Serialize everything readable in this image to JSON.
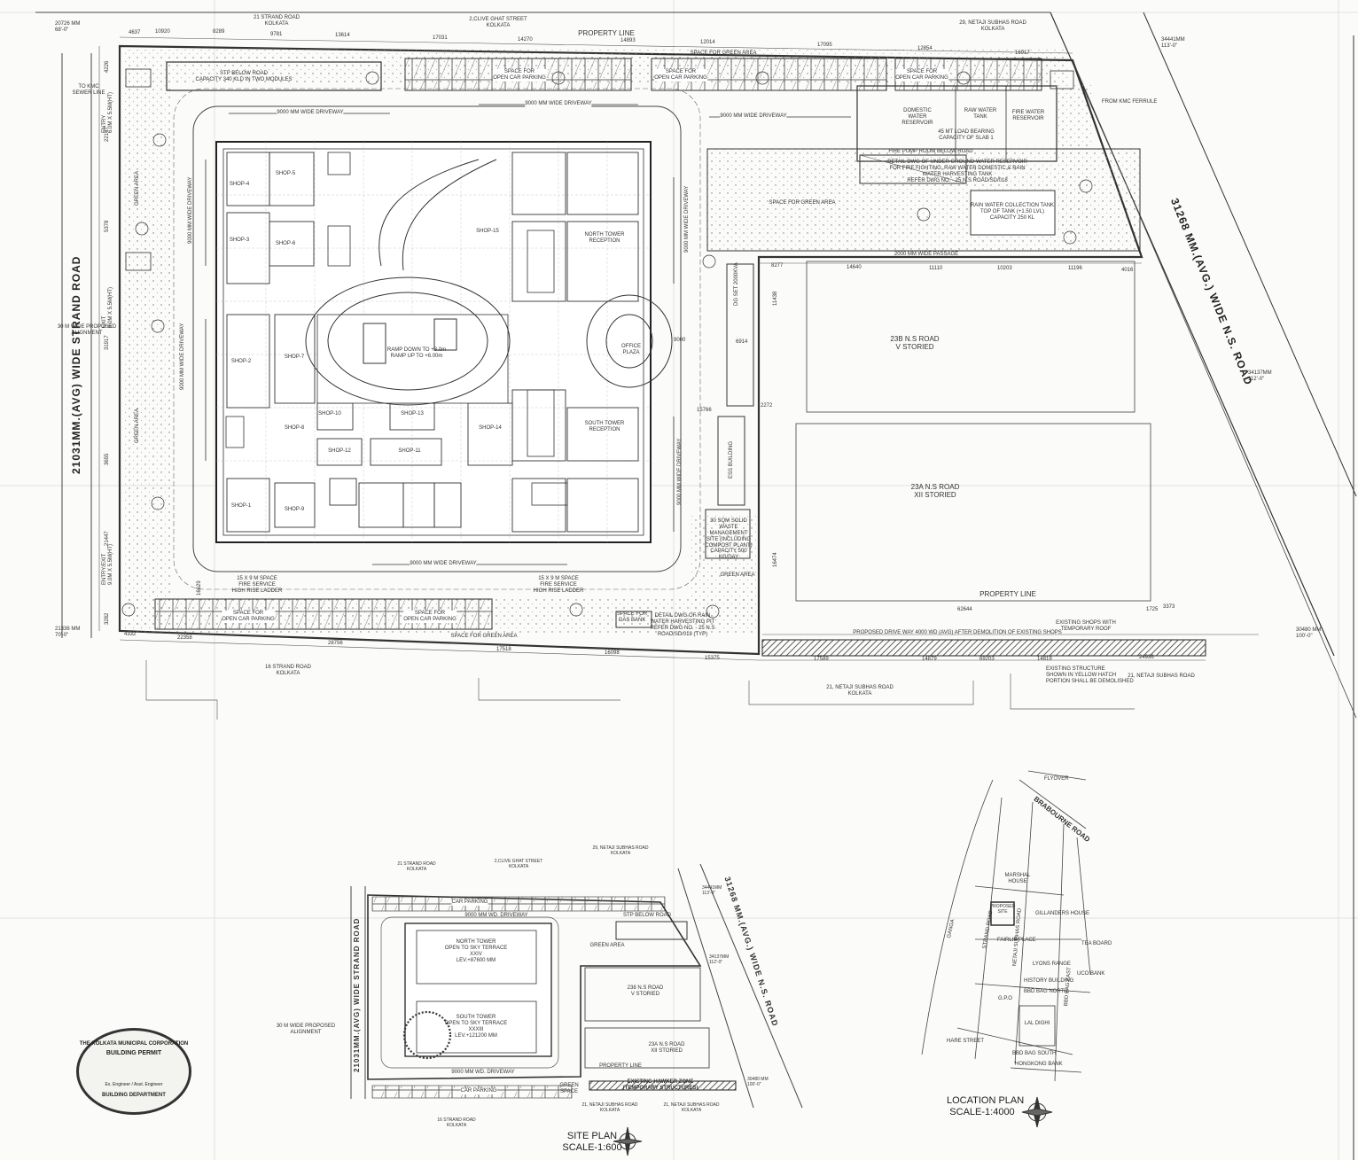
{
  "roads": {
    "top_strand": "21 STRAND ROAD\nKOLKATA",
    "top_clive": "2,CLIVE GHAT STREET\nKOLKATA",
    "top_netaji": "29, NETAJI SUBHAS ROAD\nKOLKATA",
    "bottom_strand": "16 STRAND ROAD\nKOLKATA",
    "bottom_netaji": "21, NETAJI SUBHAS ROAD\nKOLKATA",
    "bottom_netaji_right": "21, NETAJI SUBHAS ROAD",
    "strand_side": "21031MM.(AVG) WIDE STRAND ROAD",
    "ns_side": "31268 MM.(AVG.) WIDE N.S. ROAD",
    "n238": "23B N.S ROAD\nV STORIED",
    "n23a": "23A N.S ROAD\nXII STORIED"
  },
  "labels": {
    "property_line": "PROPERTY LINE",
    "space_green": "SPACE FOR GREEN AREA",
    "space_green_area": "SPACE FOR GREEN AREA",
    "green_area": "GREEN AREA",
    "open_parking_1": "SPACE FOR\nOPEN CAR PARKING",
    "open_parking_2": "SPACE FOR\nOPEN CAR PARKING",
    "open_parking_3": "SPACE FOR\nOPEN CAR PARKING",
    "driveway": "9000 MM WIDE DRIVEWAY",
    "driveway_vertical": "9000 MM WIDE DRIVEWAY",
    "passage": "2000 MM WIDE PASSAGE",
    "stp": "STP BELOW ROAD\nCAPACITY 340 KLD IN TWO MODULES",
    "domestic_reservoir": "DOMESTIC\nWATER\nRESERVOIR",
    "raw_water": "RAW WATER\nTANK",
    "fire_reservoir": "FIRE WATER\nRESERVOIR",
    "load_bearing": "45 MT LOAD BEARING\nCAPACITY OF SLAB 1",
    "fire_pump": "FIRE PUMP ROOM BELOW ROAD",
    "reservoir_detail": "DETAIL DWG OF UNDER GROUND WATER RESERVOIR\nFOR FIRE FIGHTING, RAW WATER DOMESTIC & RAIN\nWATER HARVESTING TANK\nREFER DWG NO. - 25 N.S ROAD/SD/018",
    "rain_tank": "RAIN WATER COLLECTION TANK\nTOP OF TANK (+1.50 LVL)\nCAPACITY 250 KL",
    "proposed_alignment": "30 M WIDE PROPOSED\nALIGNMENT",
    "kmc_sewer": "TO KMC\nSEWER LINE",
    "kmc_ferrule": "FROM KMC FERRULE",
    "ramp": "RAMP DOWN TO +3.0m\nRAMP UP TO +6.00m",
    "office_plaza": "OFFICE\nPLAZA",
    "ess": "ESS BUILDING",
    "dg": "DG SET 2000KVA",
    "solid_waste": "30 SQM SOLID\nWASTE\nMANAGEMENT\nSITE (INCLUDING\nCOMPOST PLANT)\nCAPACITY 500\nKG/DAY",
    "gas_bank": "SPACE FOR\nGAS BANK",
    "rain_harvest": "DETAIL DWG OF RAIN\nWATER HARVESTING PIT\nREFER DWG NO. - 25 N.S\nROAD/SD/018 (TYP)",
    "fire_service_1": "15 X 9 M SPACE\nFIRE SERVICE\nHIGH RISE LADDER",
    "fire_service_2": "15 X 9 M SPACE\nFIRE SERVICE\nHIGH RISE LADDER",
    "driveway_note": "PROPOSED DRIVE WAY 4000 WD (AVG) AFTER DEMOLITION OF EXISTING SHOPS",
    "existing_shops": "EXISTING SHOPS WITH\nTEMPORARY ROOF",
    "existing_structure": "EXISTING STRUCTURE\nSHOWN IN YELLOW HATCH\nPORTION SHALL BE DEMOLISHED",
    "north_tower": "NORTH TOWER\nRECEPTION",
    "south_tower": "SOUTH TOWER\nRECEPTION",
    "entry_exit": "ENTRY/EXIT\n9.0M X 5.5M(HT)",
    "exit_text": "EXIT\n9.0M X 5.5M(HT)",
    "entry_text": "ENTRY\n6.0M X 5.5M(HT)"
  },
  "dimensions": {
    "top": [
      "4637",
      "10920",
      "8289",
      "9781",
      "13614",
      "17031",
      "14270",
      "14893",
      "12014",
      "17095",
      "12854",
      "16917"
    ],
    "left": [
      "4226",
      "22147",
      "5378",
      "31917",
      "21447",
      "3282",
      "3655"
    ],
    "bottom": [
      "4332",
      "22358",
      "28756",
      "17518",
      "16098",
      "15375",
      "17589",
      "14879",
      "69203",
      "14819",
      "24936"
    ],
    "right_mid": [
      "14640",
      "11110",
      "10203",
      "11196",
      "4016",
      "62644",
      "1725",
      "3373"
    ],
    "corner_tl": "20726 MM\n68'-0\"",
    "corner_bl": "21336 MM\n70'-0\"",
    "corner_tr": "34441MM\n113'-0\"",
    "corner_mr": "34137MM\n112'-0\"",
    "corner_br": "30480 MM\n100'-0\"",
    "misc": [
      "8277",
      "11438",
      "2272",
      "15766",
      "16474",
      "16629",
      "6914",
      "9000"
    ]
  },
  "shops": [
    "SHOP-1",
    "SHOP-2",
    "SHOP-3",
    "SHOP-4",
    "SHOP-5",
    "SHOP-6",
    "SHOP-7",
    "SHOP-8",
    "SHOP-9",
    "SHOP-10",
    "SHOP-11",
    "SHOP-12",
    "SHOP-13",
    "SHOP-14",
    "SHOP-15"
  ],
  "site_plan": {
    "title": "SITE PLAN\nSCALE-1:600",
    "top_strand": "21 STRAND ROAD\nKOLKATA",
    "top_clive": "2,CLIVE GHAT STREET\nKOLKATA",
    "top_netaji": "29, NETAJI SUBHAS ROAD\nKOLKATA",
    "strand_side": "21031MM.(AVG) WIDE STRAND ROAD",
    "ns_side": "31268 MM.(AVG.) WIDE N.S. ROAD",
    "car_parking_top": "CAR PARKING",
    "car_parking_bottom": "CAR PARKING",
    "stp": "STP BELOW ROAD",
    "driveway_top": "9000 MM WD. DRIVEWAY",
    "driveway_bottom": "9000 MM WD. DRIVEWAY",
    "north_tower": "NORTH TOWER\nOPEN TO SKY TERRACE\nXXIV\nLEV.+87600 MM",
    "south_tower": "SOUTH TOWER\nOPEN TO SKY TERRACE\nXXXIII\nLEV.+121200 MM",
    "green_area": "GREEN AREA",
    "green_space": "GREEN\nSPACE",
    "b238": "238 N.S ROAD\nV STORIED",
    "b23a": "23A N.S ROAD\nXII STORIED",
    "hawker": "EXISTING HAWKER ZONE\n(TEMPORARY STRUCTURES)",
    "property_line": "PROPERTY LINE",
    "bottom_left": "16 STRAND ROAD\nKOLKATA",
    "bottom_mid": "21, NETAJI SUBHAS ROAD\nKOLKATA",
    "bottom_right": "21, NETAJI SUBHAS ROAD\nKOLKATA",
    "proposed_alignment": "30 M WIDE PROPOSED\nALIGNMENT",
    "dim_tr": "34441MM\n113'-0\"",
    "dim_mr": "34137MM\n112'-0\"",
    "dim_br": "30480 MM\n100'-0\""
  },
  "location_plan": {
    "title": "LOCATION PLAN\nSCALE-1:4000",
    "flyover": "FLYOVER",
    "brabourne": "BRABOURNE ROAD",
    "ganga": "GANGA",
    "strand_road": "STRAND ROAD",
    "ns_road": "NETAJI SUBHAS ROAD",
    "marshal_house": "MARSHAL\nHOUSE",
    "gillanders": "GILLANDERS HOUSE",
    "fairlie": "FAIRLIE PLACE",
    "lyons": "LYONS RANGE",
    "tea_board": "TEA BOARD",
    "uco": "UCO BANK",
    "hist_bldg": "HISTORY BUILDING",
    "bbd": "BBD BAG NORTH",
    "gpo": "G.P.O",
    "lal_dighi": "LAL DIGHI",
    "bbd_south": "BBD BAG SOUTH",
    "hongkong": "HONGKONG BANK",
    "hare": "HARE STREET",
    "bbd_east": "BBD BAG EAST",
    "proposed": "PROPOSED\nSITE"
  },
  "stamp": {
    "org": "THE KOLKATA MUNICIPAL CORPORATION",
    "permit": "BUILDING PERMIT",
    "dept": "BUILDING DEPARTMENT",
    "role": "Ex. Engineer / Asst. Engineer"
  },
  "colors": {
    "ink": "#2a2a2a",
    "hatch": "#555555",
    "paper": "#fbfbf9"
  }
}
